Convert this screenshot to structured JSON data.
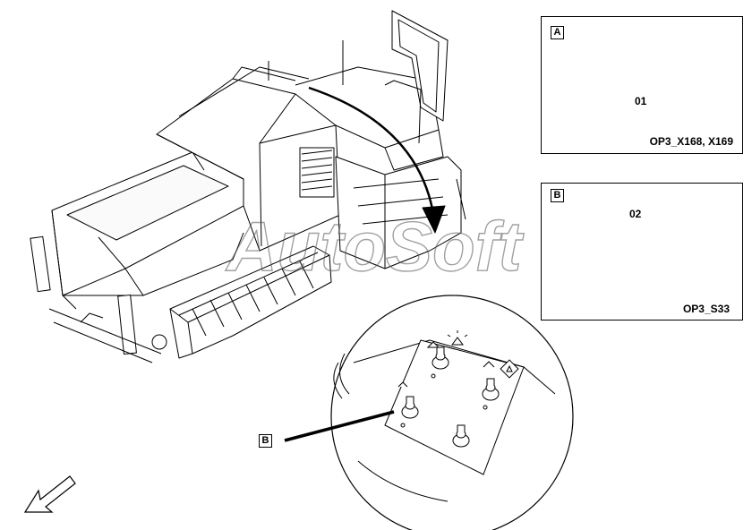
{
  "watermark": "AutoSoft",
  "detail_a": {
    "tag": "A",
    "part_number": "01",
    "connector_label": "OP3_X168, X169",
    "icon": "ring-terminal-icon"
  },
  "detail_b": {
    "tag": "B",
    "part_number": "02",
    "connector_label": "OP3_S33",
    "icon": "toggle-switch-icon"
  },
  "callout_b": {
    "tag": "B"
  },
  "icons": {
    "direction_arrow": "direction-arrow-icon",
    "warning_light": "warning-light-icon",
    "hazard": "hazard-triangle-icon"
  }
}
